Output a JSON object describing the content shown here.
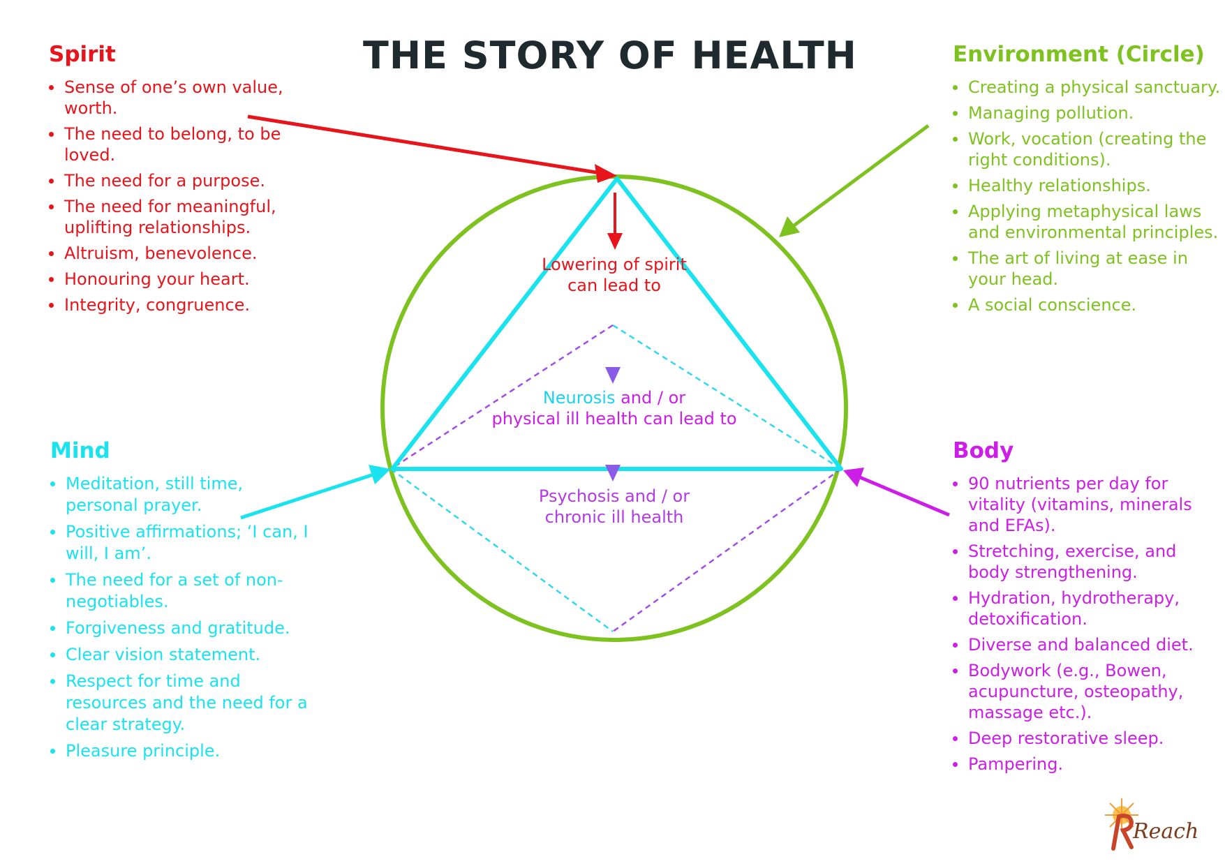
{
  "title": "THE STORY OF HEALTH",
  "colors": {
    "spirit": "#e8141b",
    "environment": "#7dc21e",
    "mind": "#19e3ee",
    "body": "#cc1ee6",
    "title": "#1f2a2f",
    "neurosis_purple": "#9b4de8",
    "logo": "#c8452a"
  },
  "spirit": {
    "heading": "Spirit",
    "items": [
      "Sense of one’s own value, worth.",
      "The need to belong, to be loved.",
      "The need for a purpose.",
      "The need for meaningful, uplifting relationships.",
      "Altruism, benevolence.",
      "Honouring your heart.",
      "Integrity, congruence."
    ]
  },
  "environment": {
    "heading": "Environment (Circle)",
    "items": [
      "Creating a physical sanctuary.",
      "Managing pollution.",
      "Work, vocation (creating the right conditions).",
      "Healthy relationships.",
      "Applying metaphysical laws and environmental principles.",
      "The art of living at ease in your head.",
      "A social conscience."
    ]
  },
  "mind": {
    "heading": "Mind",
    "items": [
      "Meditation, still time, personal prayer.",
      "Positive affirmations; ‘I can, I will, I am’.",
      "The need for a set of non-negotiables.",
      "Forgiveness and gratitude.",
      "Clear vision statement.",
      "Respect for time and resources and the need for a clear strategy.",
      "Pleasure principle."
    ]
  },
  "body": {
    "heading": "Body",
    "items": [
      "90 nutrients per day for vitality (vitamins, minerals and EFAs).",
      "Stretching, exercise, and body strengthening.",
      "Hydration, hydrotherapy, detoxification.",
      "Diverse and balanced diet.",
      "Bodywork (e.g., Bowen, acupuncture, osteopathy, massage etc.).",
      "Deep restorative sleep.",
      "Pampering."
    ]
  },
  "center": {
    "lowering": "Lowering of spirit can lead to",
    "neurosis_word": "Neurosis",
    "neurosis_rest": " and / or",
    "neurosis_line2": "physical ill health can lead to",
    "psychosis": "Psychosis and / or chronic ill health"
  },
  "logo": {
    "text": "Reach"
  }
}
